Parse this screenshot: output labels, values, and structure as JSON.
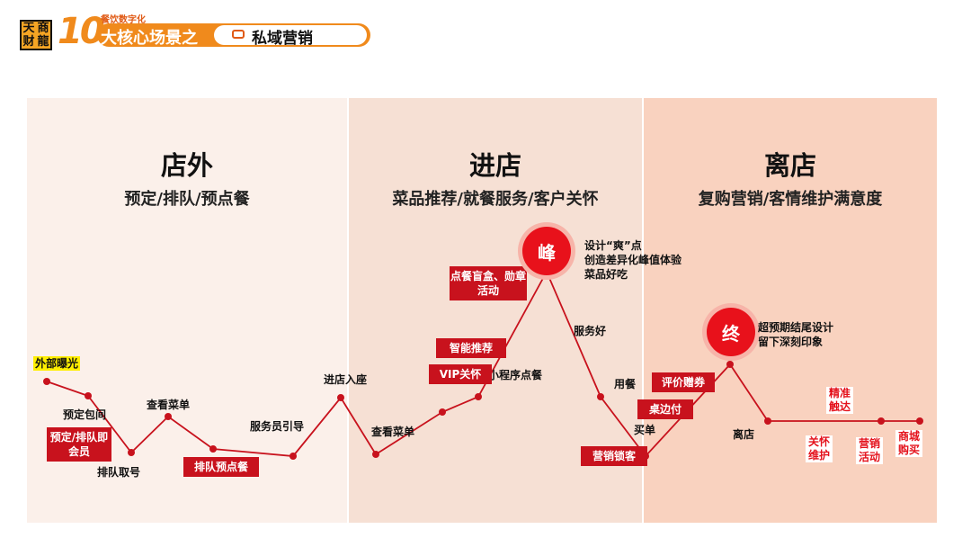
{
  "header": {
    "logo_chars": [
      "天",
      "商",
      "财",
      "龍"
    ],
    "brand_num": "10",
    "brand_sub": "餐饮数字化",
    "banner_left": "大核心场景之",
    "banner_right": "私域营销"
  },
  "stages": [
    {
      "title": "店外",
      "subtitle": "预定/排队/预点餐"
    },
    {
      "title": "进店",
      "subtitle": "菜品推荐/就餐服务/客户关怀"
    },
    {
      "title": "离店",
      "subtitle": "复购营销/客情维护满意度"
    }
  ],
  "journey": {
    "label_point": "外部曝光",
    "labels": [
      "预定包间",
      "查看菜单",
      "排队取号",
      "服务员引导",
      "进店入座",
      "查看菜单",
      "小程序点餐",
      "服务好",
      "用餐",
      "买单",
      "离店"
    ],
    "boxes": [
      "预定/排队即会员",
      "排队预点餐",
      "智能推荐",
      "VIP关怀",
      "点餐盲盒、勋章活动",
      "营销锁客",
      "桌边付",
      "评价赠券"
    ],
    "peak": {
      "badge": "峰",
      "notes": [
        "设计“爽”点",
        "创造差异化峰值体验",
        "菜品好吃"
      ]
    },
    "end": {
      "badge": "终",
      "notes": [
        "超预期结尾设计",
        "留下深刻印象"
      ]
    },
    "red_texts": [
      "精准触达",
      "关怀维护",
      "营销活动",
      "商城购买"
    ]
  },
  "colors": {
    "accent": "#c8121d",
    "line": "#c8121d",
    "highlight": "#ffee00",
    "brand": "#f08a1c"
  }
}
